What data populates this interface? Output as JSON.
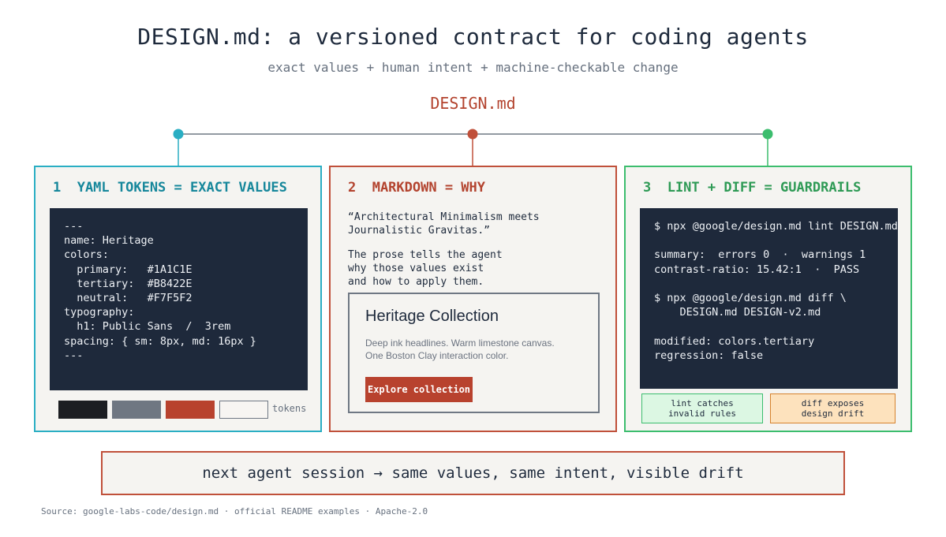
{
  "title": "DESIGN.md: a versioned contract for coding agents",
  "subtitle": "exact values  +  human intent  +  machine-checkable change",
  "center_label": "DESIGN.md",
  "colors": {
    "teal": "#2aaec3",
    "red": "#c0503a",
    "green": "#3cbd6e",
    "navy": "#1e293b",
    "card_bg": "#f5f4f1"
  },
  "card1": {
    "title": "1  YAML TOKENS = EXACT VALUES",
    "code": "---\nname: Heritage\ncolors:\n  primary:   #1A1C1E\n  tertiary:  #B8422E\n  neutral:   #F7F5F2\ntypography:\n  h1: Public Sans  /  3rem\nspacing: { sm: 8px, md: 16px }\n---",
    "swatches": [
      "#1c1e22",
      "#6f7782",
      "#b8422e",
      "#f7f5f2"
    ],
    "tokens_label": "tokens"
  },
  "card2": {
    "title": "2  MARKDOWN = WHY",
    "quote": "“Architectural Minimalism meets\nJournalistic Gravitas.”",
    "prose": "The prose tells the agent\nwhy those values exist\nand how to apply them.",
    "preview_title": "Heritage Collection",
    "preview_line1": "Deep ink headlines. Warm limestone canvas.",
    "preview_line2": "One Boston Clay interaction color.",
    "preview_button": "Explore collection"
  },
  "card3": {
    "title": "3  LINT + DIFF = GUARDRAILS",
    "code": "$ npx @google/design.md lint DESIGN.md\n\nsummary:  errors 0  ·  warnings 1\ncontrast-ratio: 15.42:1  ·  PASS\n\n$ npx @google/design.md diff \\\n    DESIGN.md DESIGN-v2.md\n\nmodified: colors.tertiary\nregression: false",
    "tag_lint": "lint catches\ninvalid rules",
    "tag_diff": "diff exposes\ndesign drift"
  },
  "bottom": "next agent session → same values, same intent, visible drift",
  "source": "Source: google-labs-code/design.md · official README examples · Apache-2.0"
}
